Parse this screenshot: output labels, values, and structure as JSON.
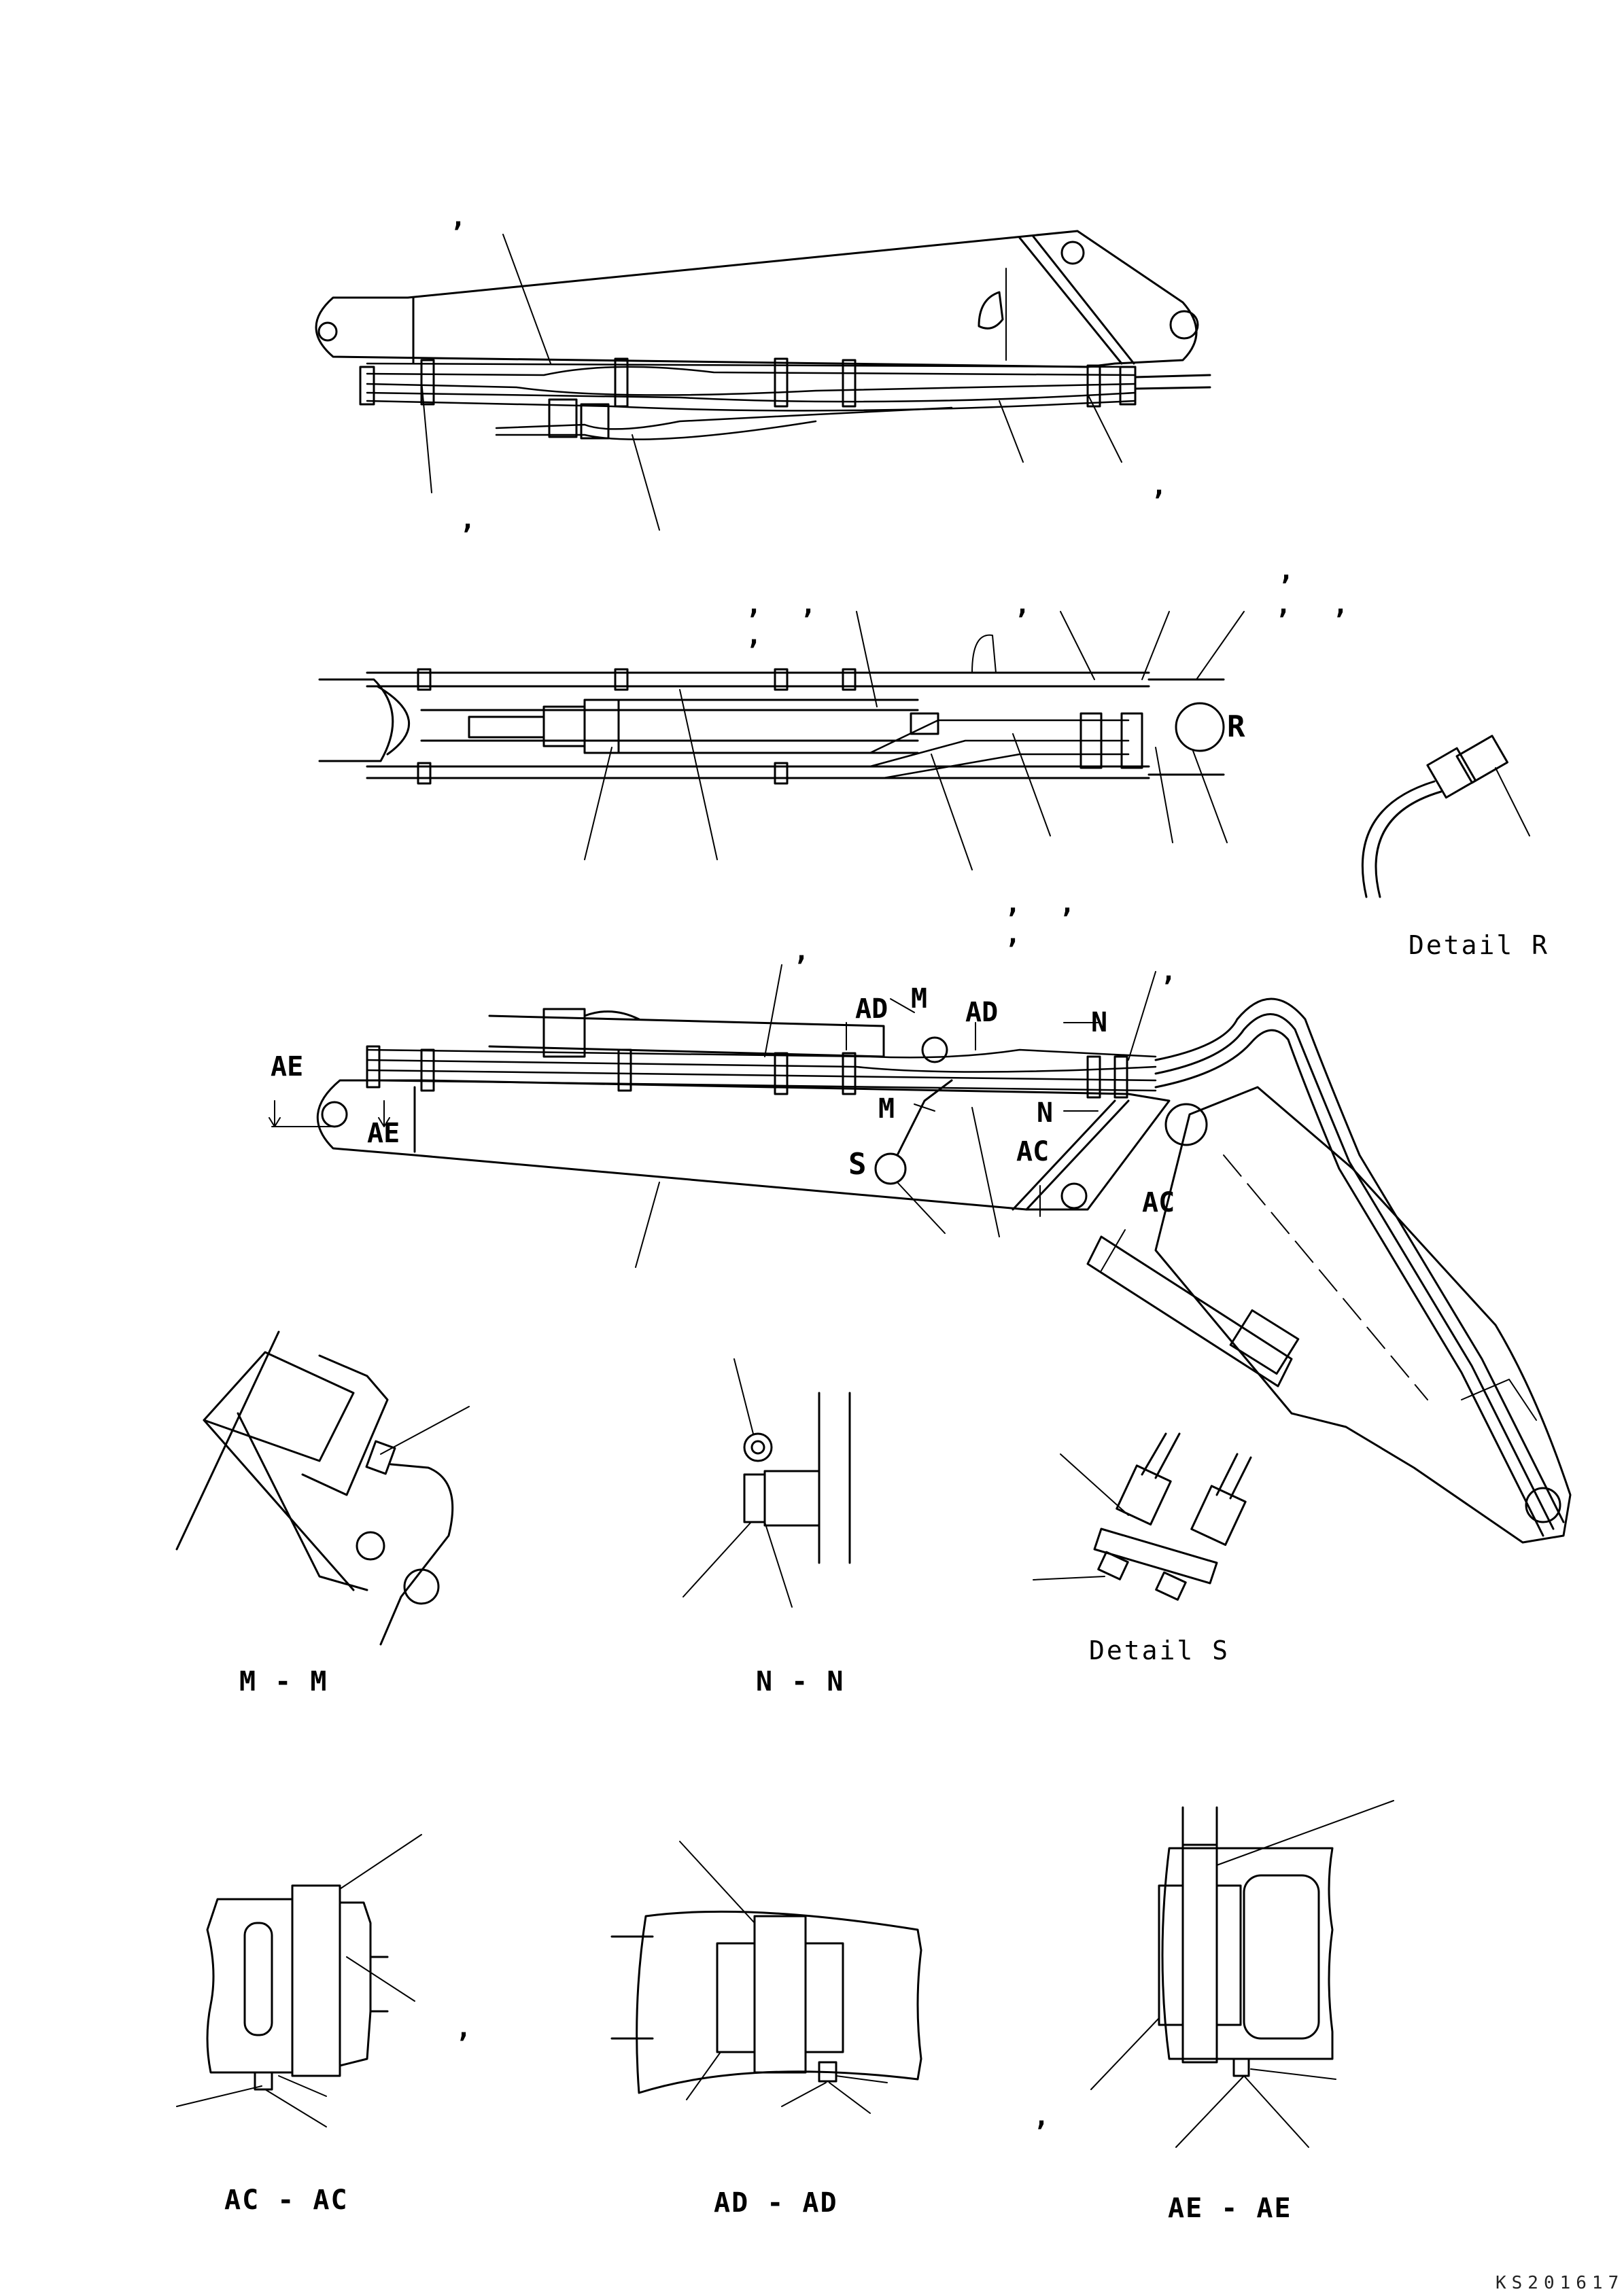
{
  "drawing_code": "KS201617",
  "detail_labels": {
    "r": "Detail R",
    "s": "Detail S"
  },
  "section_labels": {
    "mm": "M - M",
    "nn": "N - N",
    "acac": "AC - AC",
    "adad": "AD - AD",
    "aeae": "AE - AE"
  },
  "callouts": {
    "r": "R",
    "s": "S",
    "m": "M",
    "n": "N",
    "ac": "AC",
    "ad": "AD",
    "ae": "AE"
  },
  "comma": ","
}
